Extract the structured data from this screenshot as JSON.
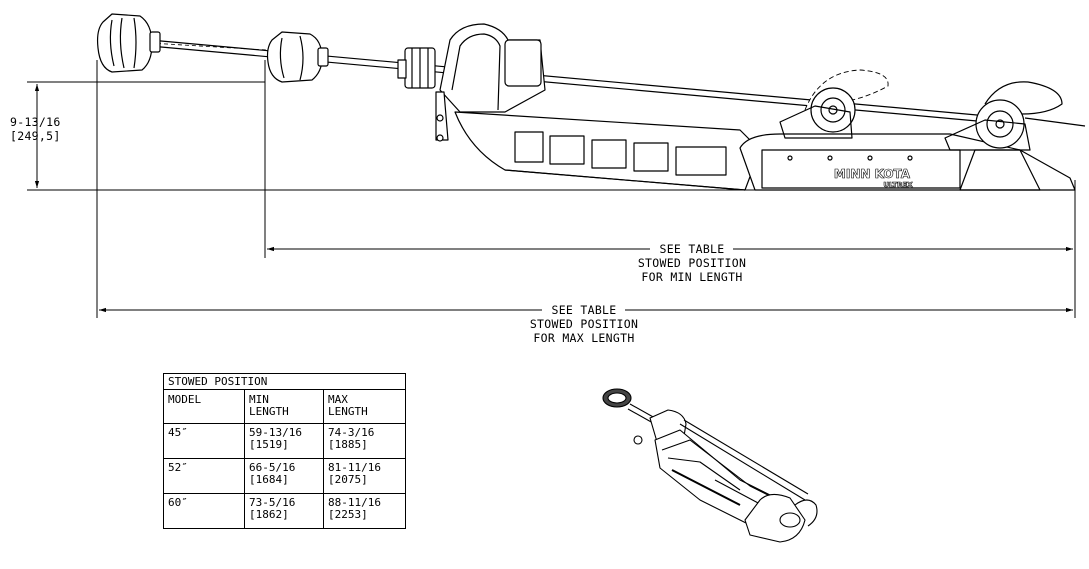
{
  "dimensions": {
    "height": {
      "value": "9-13/16",
      "metric": "[249,5]"
    },
    "min_length": {
      "line1": "SEE TABLE",
      "line2": "STOWED POSITION",
      "line3": "FOR MIN LENGTH"
    },
    "max_length": {
      "line1": "SEE TABLE",
      "line2": "STOWED POSITION",
      "line3": "FOR MAX LENGTH"
    }
  },
  "brand": {
    "name": "MINN KOTA",
    "model": "ULTREX"
  },
  "table": {
    "title": "STOWED POSITION",
    "headers": {
      "model": "MODEL",
      "min_line1": "MIN",
      "min_line2": "LENGTH",
      "max_line1": "MAX",
      "max_line2": "LENGTH"
    },
    "rows": [
      {
        "model": "45″",
        "min": "59-13/16",
        "min_metric": "[1519]",
        "max": "74-3/16",
        "max_metric": "[1885]"
      },
      {
        "model": "52″",
        "min": "66-5/16",
        "min_metric": "[1684]",
        "max": "81-11/16",
        "max_metric": "[2075]"
      },
      {
        "model": "60″",
        "min": "73-5/16",
        "min_metric": "[1862]",
        "max": "88-11/16",
        "max_metric": "[2253]"
      }
    ]
  }
}
